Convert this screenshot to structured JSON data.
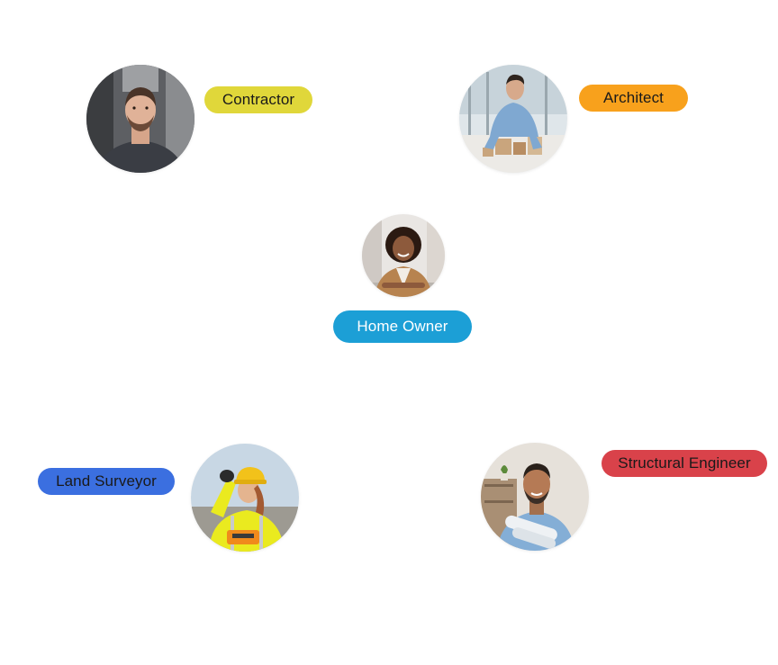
{
  "roles": {
    "contractor": {
      "label": "Contractor",
      "pill_color": "#e0d73a",
      "text_color": "#1a1a1a"
    },
    "architect": {
      "label": "Architect",
      "pill_color": "#f8a11c",
      "text_color": "#1a1a1a"
    },
    "home_owner": {
      "label": "Home Owner",
      "pill_color": "#1c9fd6",
      "text_color": "#ffffff"
    },
    "land_surveyor": {
      "label": "Land Surveyor",
      "pill_color": "#3b6fe0",
      "text_color": "#1a1a1a"
    },
    "structural_engineer": {
      "label": "Structural Engineer",
      "pill_color": "#d9424a",
      "text_color": "#1a1a1a"
    }
  },
  "photos": {
    "contractor": "contractor-portrait-photo",
    "architect": "architect-at-model-photo",
    "home_owner": "home-owner-portrait-photo",
    "land_surveyor": "land-surveyor-hardhat-photo",
    "structural_engineer": "structural-engineer-blueprints-photo"
  }
}
